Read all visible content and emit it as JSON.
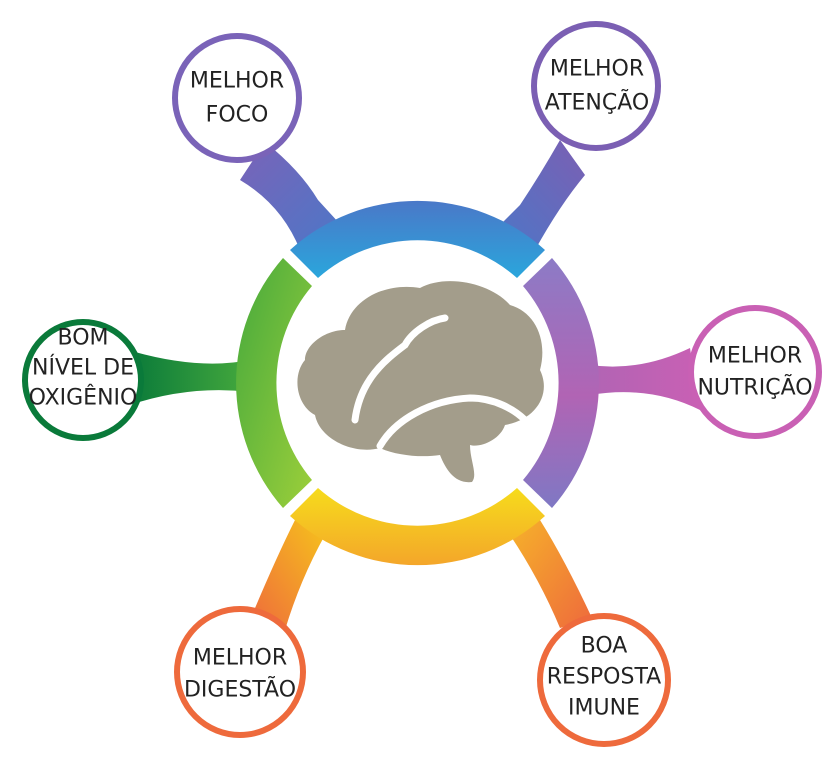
{
  "colors": {
    "blue": "#2f9fd6",
    "purple_left": "#7a63b8",
    "purple_right": "#7b5fb3",
    "magenta": "#c960b4",
    "violet": "#8b79c4",
    "green": "#0a7a3a",
    "lime": "#7cc43f",
    "yellow": "#f6d21c",
    "orange": "#f39a2b",
    "coral": "#ee6a3c",
    "brain": "#a29c8a"
  },
  "nodes": [
    {
      "id": "melhor-foco",
      "lines": [
        "MELHOR",
        "FOCO"
      ],
      "color": "#7a63b8"
    },
    {
      "id": "melhor-atencao",
      "lines": [
        "MELHOR",
        "ATENÇÃO"
      ],
      "color": "#7b5fb3"
    },
    {
      "id": "bom-nivel-oxigenio",
      "lines": [
        "BOM",
        "NÍVEL DE",
        "OXIGÊNIO"
      ],
      "color": "#0a7a3a"
    },
    {
      "id": "melhor-nutricao",
      "lines": [
        "MELHOR",
        "NUTRIÇÃO"
      ],
      "color": "#c960b4"
    },
    {
      "id": "melhor-digestao",
      "lines": [
        "MELHOR",
        "DIGESTÃO"
      ],
      "color": "#ee6a3c"
    },
    {
      "id": "boa-resposta-imune",
      "lines": [
        "BOA",
        "RESPOSTA",
        "IMUNE"
      ],
      "color": "#ee6a3c"
    }
  ],
  "center": {
    "icon": "brain-icon"
  }
}
